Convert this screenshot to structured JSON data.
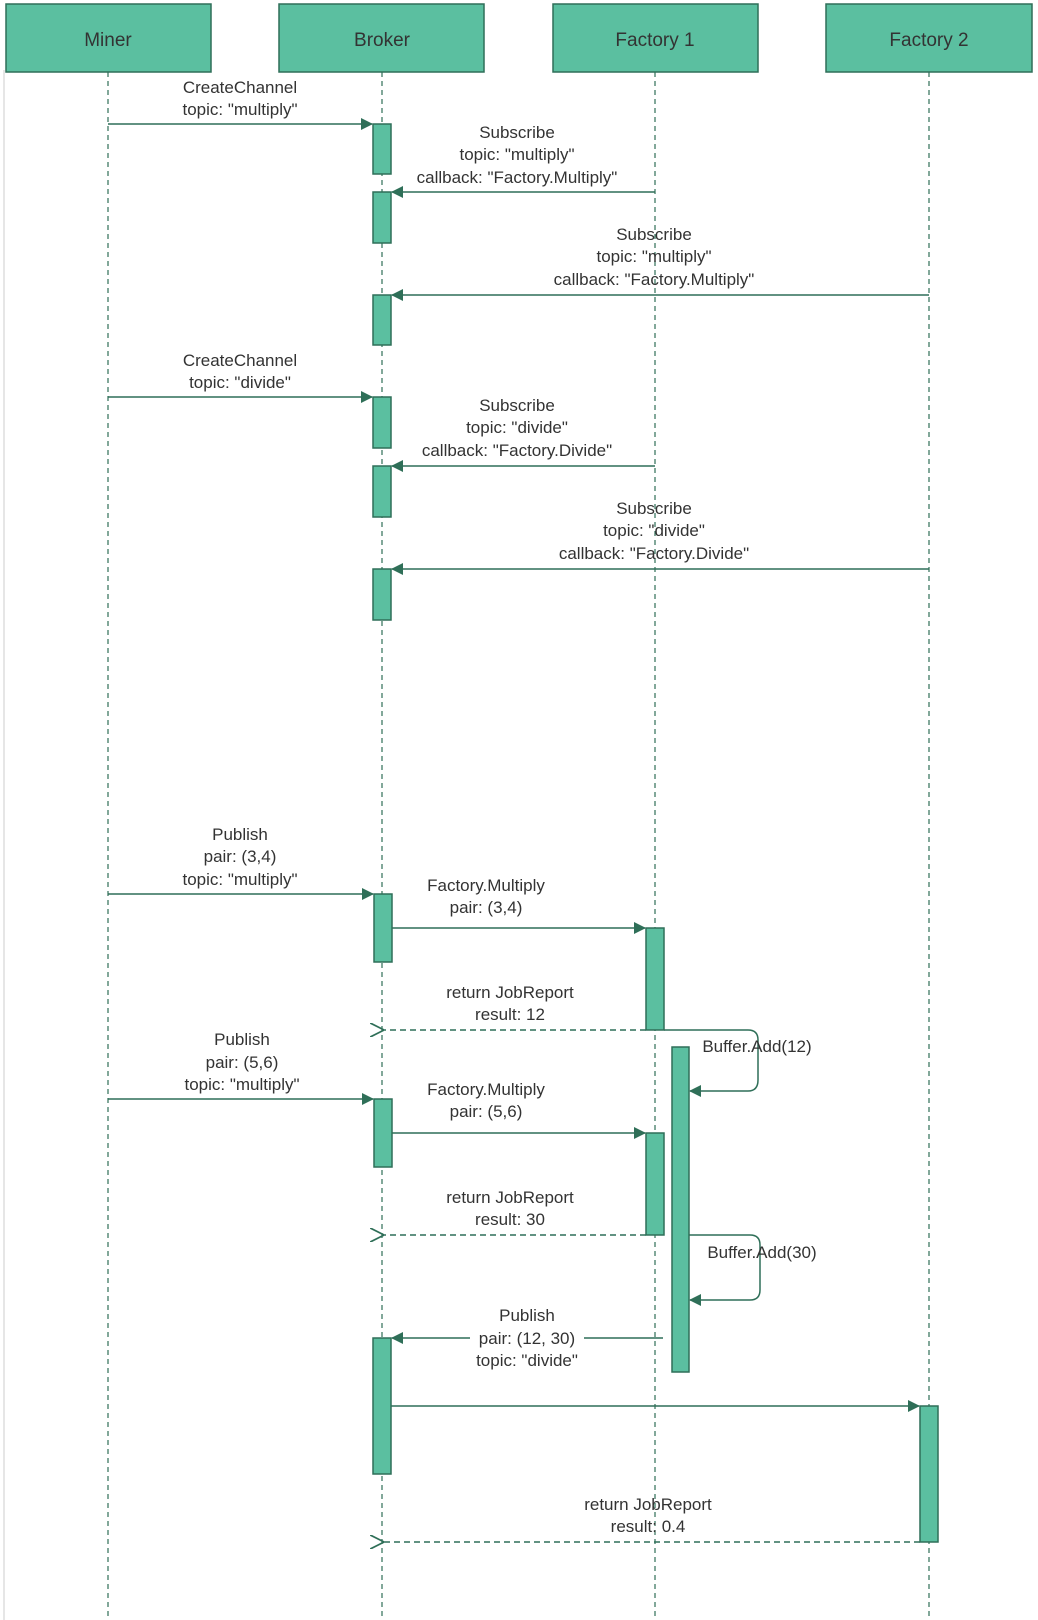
{
  "colors": {
    "header_fill": "#5bbfa0",
    "header_stroke": "#2f6f58",
    "activation_fill": "#5bbfa0",
    "activation_stroke": "#2f6f58",
    "arrow": "#2f6f58",
    "lifeline": "#2f6f58",
    "text": "#333333"
  },
  "participants": [
    {
      "id": "miner",
      "label": "Miner"
    },
    {
      "id": "broker",
      "label": "Broker"
    },
    {
      "id": "factory1",
      "label": "Factory 1"
    },
    {
      "id": "factory2",
      "label": "Factory 2"
    }
  ],
  "messages": [
    {
      "from": "miner",
      "to": "broker",
      "style": "solid",
      "lines": [
        "CreateChannel",
        "topic: \"multiply\""
      ]
    },
    {
      "from": "factory1",
      "to": "broker",
      "style": "solid",
      "lines": [
        "Subscribe",
        "topic: \"multiply\"",
        "callback: \"Factory.Multiply\""
      ]
    },
    {
      "from": "factory2",
      "to": "broker",
      "style": "solid",
      "lines": [
        "Subscribe",
        "topic: \"multiply\"",
        "callback: \"Factory.Multiply\""
      ]
    },
    {
      "from": "miner",
      "to": "broker",
      "style": "solid",
      "lines": [
        "CreateChannel",
        "topic: \"divide\""
      ]
    },
    {
      "from": "factory1",
      "to": "broker",
      "style": "solid",
      "lines": [
        "Subscribe",
        "topic: \"divide\"",
        "callback: \"Factory.Divide\""
      ]
    },
    {
      "from": "factory2",
      "to": "broker",
      "style": "solid",
      "lines": [
        "Subscribe",
        "topic: \"divide\"",
        "callback: \"Factory.Divide\""
      ]
    },
    {
      "from": "miner",
      "to": "broker",
      "style": "solid",
      "lines": [
        "Publish",
        "pair: (3,4)",
        "topic: \"multiply\""
      ]
    },
    {
      "from": "broker",
      "to": "factory1",
      "style": "solid",
      "lines": [
        "Factory.Multiply",
        "pair: (3,4)"
      ]
    },
    {
      "from": "factory1",
      "to": "broker",
      "style": "dashed",
      "lines": [
        "return JobReport",
        "result: 12"
      ]
    },
    {
      "from": "factory1",
      "to": "factory1",
      "style": "self",
      "lines": [
        "Buffer.Add(12)"
      ]
    },
    {
      "from": "miner",
      "to": "broker",
      "style": "solid",
      "lines": [
        "Publish",
        "pair: (5,6)",
        "topic: \"multiply\""
      ]
    },
    {
      "from": "broker",
      "to": "factory1",
      "style": "solid",
      "lines": [
        "Factory.Multiply",
        "pair: (5,6)"
      ]
    },
    {
      "from": "factory1",
      "to": "broker",
      "style": "dashed",
      "lines": [
        "return JobReport",
        "result: 30"
      ]
    },
    {
      "from": "factory1",
      "to": "factory1",
      "style": "self",
      "lines": [
        "Buffer.Add(30)"
      ]
    },
    {
      "from": "factory1",
      "to": "broker",
      "style": "solid",
      "lines": [
        "Publish",
        "pair: (12, 30)",
        "topic: \"divide\""
      ]
    },
    {
      "from": "broker",
      "to": "factory2",
      "style": "solid",
      "lines": []
    },
    {
      "from": "factory2",
      "to": "broker",
      "style": "dashed",
      "lines": [
        "return JobReport",
        "result: 0.4"
      ]
    }
  ]
}
